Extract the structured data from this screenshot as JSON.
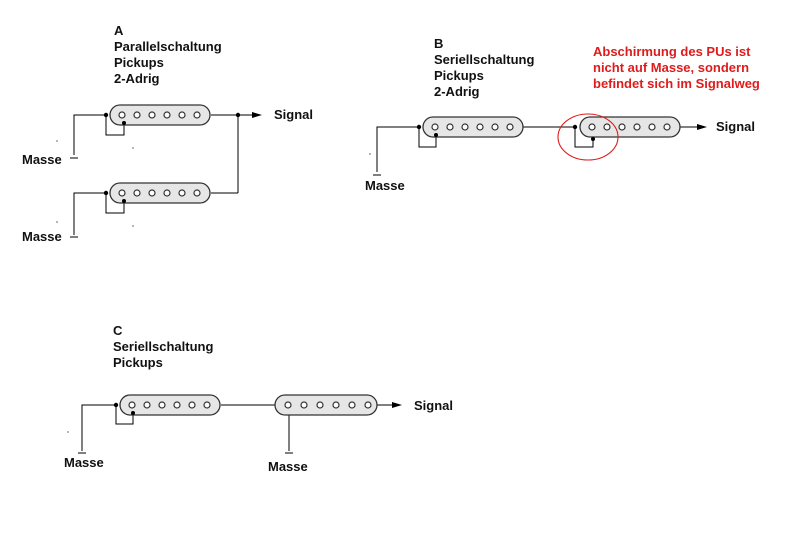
{
  "diagram_a": {
    "letter": "A",
    "title_lines": [
      "Parallelschaltung",
      "Pickups",
      "2-Adrig"
    ],
    "signal_label": "Signal",
    "ground_labels": [
      "Masse",
      "Masse"
    ]
  },
  "diagram_b": {
    "letter": "B",
    "title_lines": [
      "Seriellschaltung",
      "Pickups",
      "2-Adrig"
    ],
    "signal_label": "Signal",
    "ground_label": "Masse",
    "note_lines": [
      "Abschirmung des PUs ist",
      "nicht auf Masse, sondern",
      "befindet sich im Signalweg"
    ]
  },
  "diagram_c": {
    "letter": "C",
    "title_lines": [
      "Seriellschaltung",
      "Pickups"
    ],
    "signal_label": "Signal",
    "ground_labels": [
      "Masse",
      "Masse"
    ]
  },
  "colors": {
    "wire": "#000000",
    "pickup_fill": "#e6e6e6",
    "pickup_stroke": "#333333",
    "note": "#e01b1b"
  },
  "pickup_icon": "single-coil-pickup-icon",
  "signal_icon": "arrow-right-icon",
  "ground_icon": "ground-symbol-icon"
}
